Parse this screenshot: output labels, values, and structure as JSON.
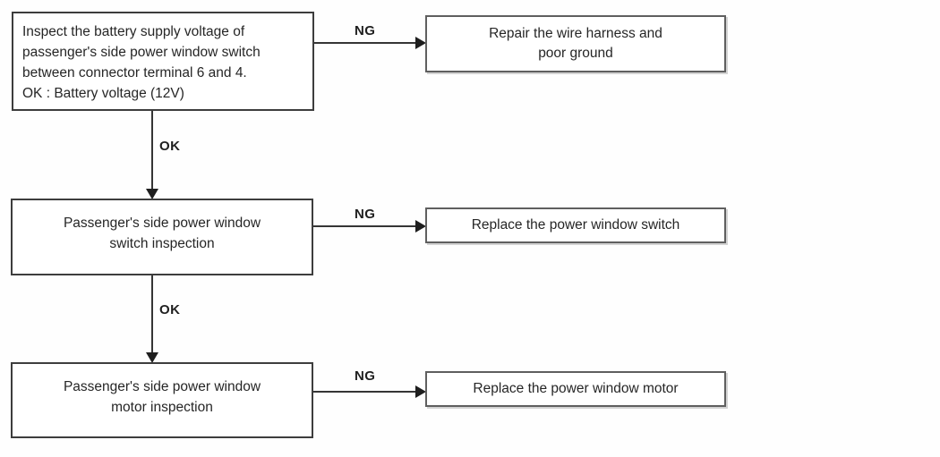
{
  "flowchart": {
    "description": "Passenger's side power window troubleshooting flowchart",
    "colors": {
      "step_border": "#3d3d3d",
      "result_border": "#5f5f5f",
      "line": "#353535",
      "text": "#262626",
      "background": "#ffffff"
    },
    "steps": [
      {
        "id": "battery-voltage-check",
        "text": "Inspect the battery supply voltage of\npassenger's side power window switch\nbetween connector terminal 6 and 4.\nOK : Battery voltage (12V)",
        "ng_label": "NG",
        "ng_result": "Repair the wire harness and\npoor ground",
        "ok_label": "OK"
      },
      {
        "id": "switch-inspection",
        "text": "Passenger's side power window\nswitch inspection",
        "ng_label": "NG",
        "ng_result": "Replace the power window switch",
        "ok_label": "OK"
      },
      {
        "id": "motor-inspection",
        "text": "Passenger's side power window\nmotor inspection",
        "ng_label": "NG",
        "ng_result": "Replace the power window motor"
      }
    ]
  }
}
